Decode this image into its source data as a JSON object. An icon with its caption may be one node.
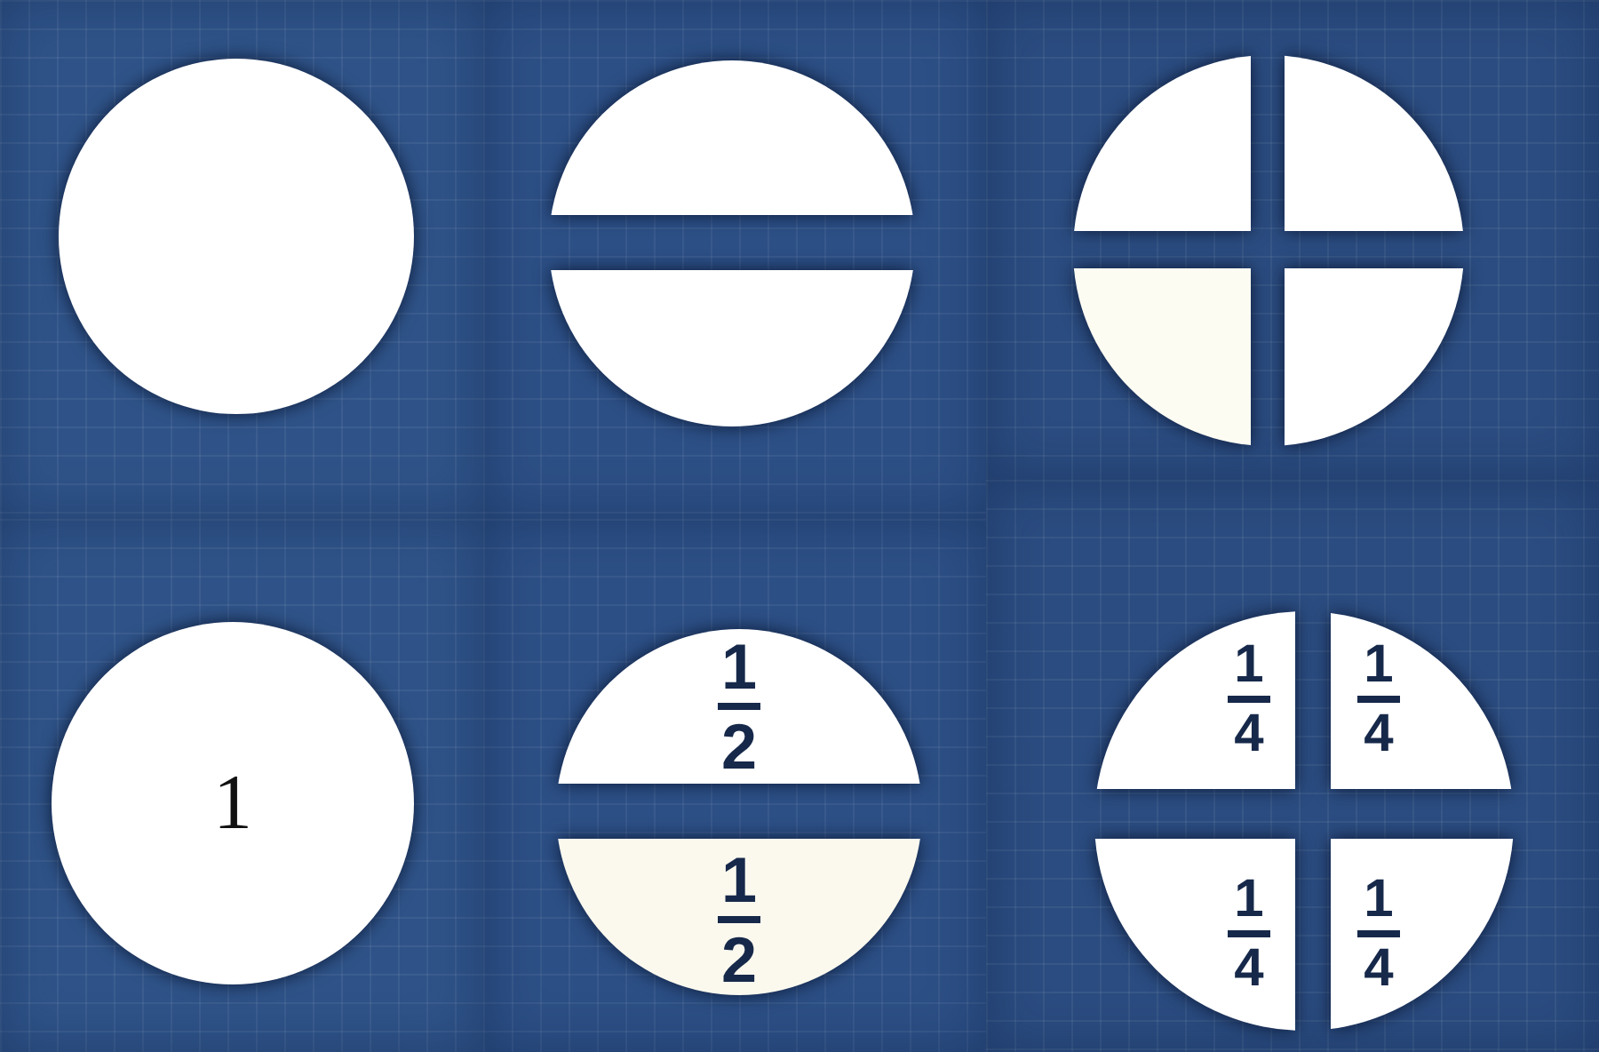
{
  "diagram": {
    "nodes": [
      {
        "text": [],
        "shape": "circle"
      },
      {
        "text": [],
        "shape": "semicircle"
      },
      {
        "text": [],
        "shape": "semicircle"
      },
      {
        "text": [],
        "shape": "quadrant"
      },
      {
        "text": [],
        "shape": "quadrant"
      },
      {
        "text": [],
        "shape": "quadrant"
      },
      {
        "text": [],
        "shape": "quadrant"
      },
      {
        "text": [
          "1"
        ]
      },
      {
        "text": [
          "1",
          "2"
        ]
      },
      {
        "text": [
          "1",
          "2"
        ]
      },
      {
        "text": [
          "1",
          "4"
        ]
      },
      {
        "text": [
          "1",
          "4"
        ]
      },
      {
        "text": [
          "1",
          "4"
        ]
      },
      {
        "text": [
          "1",
          "4"
        ]
      }
    ]
  }
}
